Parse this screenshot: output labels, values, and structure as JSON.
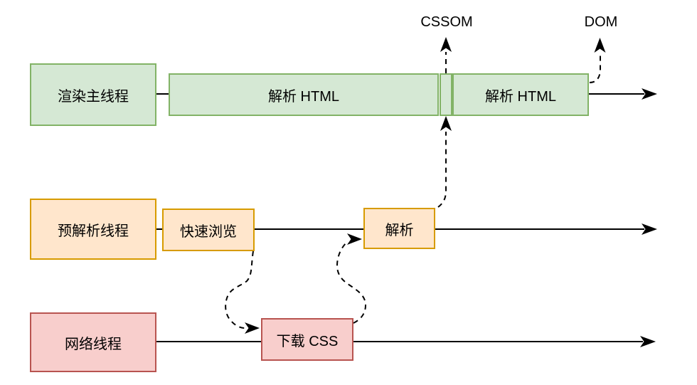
{
  "diagram_title": "browser-render-threads-timeline",
  "outputs": {
    "cssom": "CSSOM",
    "dom": "DOM"
  },
  "threads": {
    "render": {
      "name": "渲染主线程",
      "parse_html_1": "解析 HTML",
      "parse_html_2": "解析 HTML"
    },
    "preparse": {
      "name": "预解析线程",
      "quick_scan": "快速浏览",
      "parse": "解析"
    },
    "network": {
      "name": "网络线程",
      "download_css": "下载 CSS"
    }
  },
  "colors": {
    "render_fill": "#d5e8d4",
    "render_border": "#82b366",
    "preparse_fill": "#ffe6cc",
    "preparse_border": "#d79b00",
    "network_fill": "#f8cecc",
    "network_border": "#b85450",
    "line": "#000000",
    "background": "#ffffff"
  }
}
